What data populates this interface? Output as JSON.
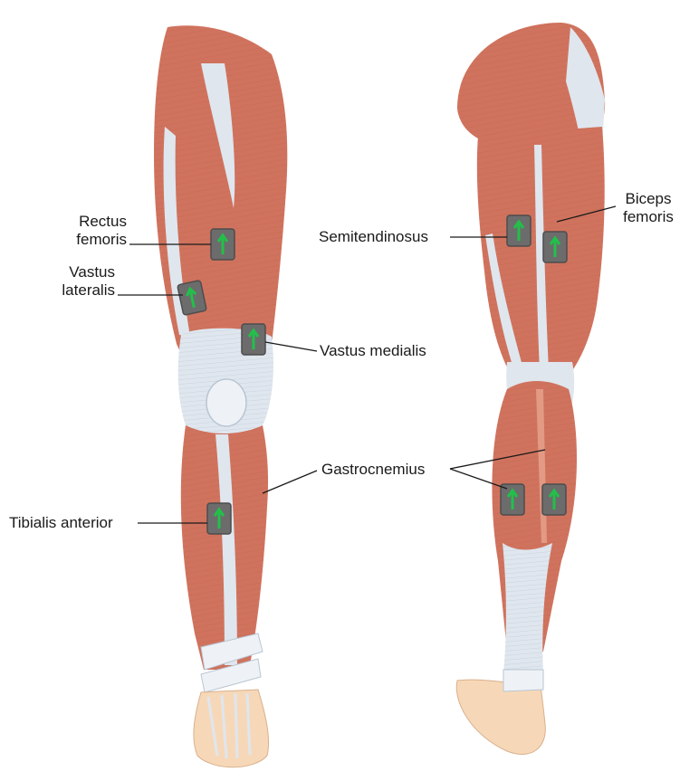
{
  "labels": {
    "rectus_femoris": "Rectus\nfemoris",
    "vastus_lateralis": "Vastus\nlateralis",
    "vastus_medialis": "Vastus medialis",
    "tibialis_anterior": "Tibialis anterior",
    "semitendinosus": "Semitendinosus",
    "biceps_femoris": "Biceps\nfemoris",
    "gastrocnemius": "Gastrocnemius"
  },
  "colors": {
    "muscle": "#d0735e",
    "muscle_dark": "#b8553f",
    "muscle_light": "#e29a84",
    "tendon": "#dfe6ee",
    "tendon_shade": "#b9c6d3",
    "skin": "#f6d8b8",
    "electrode": "#6c6c6c",
    "electrode_border": "#4d4d4d",
    "arrow": "#22c04a",
    "leader": "#1a1a1a"
  }
}
